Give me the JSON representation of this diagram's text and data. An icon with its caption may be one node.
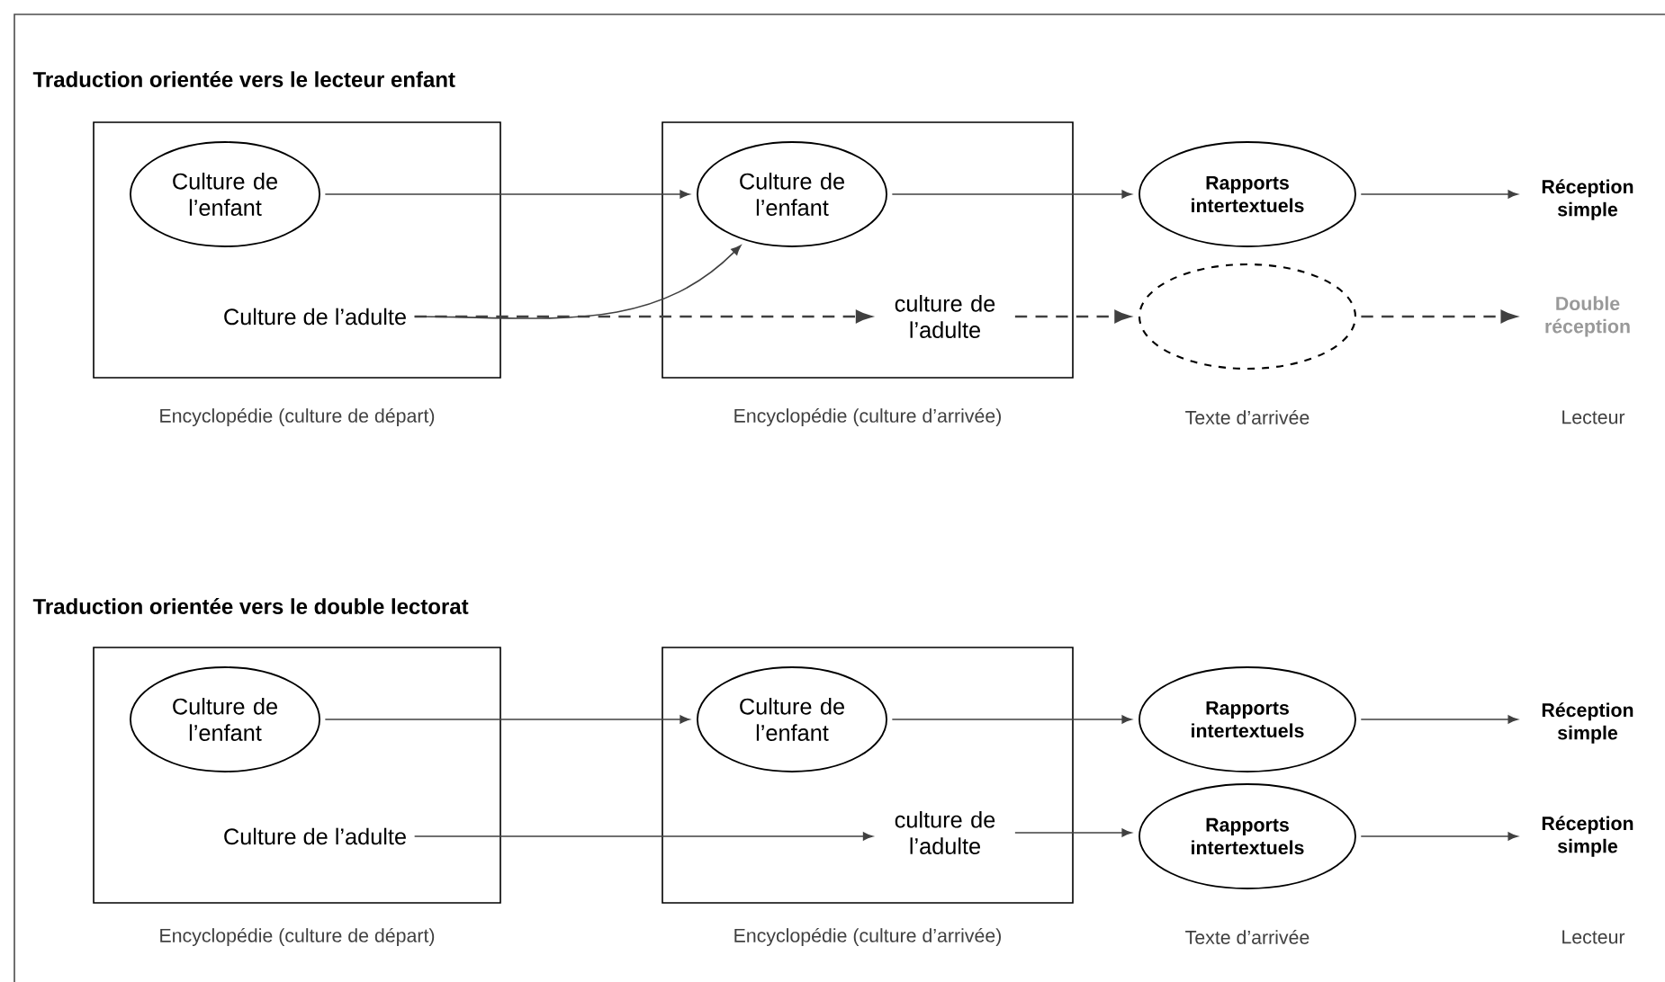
{
  "diagram": {
    "nodes": [
      {
        "text": [],
        "shape": "box"
      },
      {
        "text": [
          "Culture de l’enfant"
        ],
        "in": 0
      },
      {
        "text": [
          "Culture de l’adulte"
        ],
        "in": 0
      },
      {
        "text": [],
        "shape": "box"
      },
      {
        "text": [
          "Culture de l’enfant"
        ],
        "in": 3
      },
      {
        "text": [
          "culture de l’adulte"
        ],
        "in": 3
      },
      {
        "text": [
          "Rapports intertextuels"
        ]
      },
      {
        "text": [],
        "shape": "circle"
      },
      {
        "text": [
          "Réception simple"
        ]
      },
      {
        "text": [
          "Double réception"
        ]
      },
      {
        "text": [],
        "shape": "box"
      },
      {
        "text": [
          "Culture de l’enfant"
        ],
        "in": 10
      },
      {
        "text": [
          "Culture de l’adulte"
        ],
        "in": 10
      },
      {
        "text": [],
        "shape": "box"
      },
      {
        "text": [
          "Culture de l’enfant"
        ],
        "in": 13
      },
      {
        "text": [
          "culture de l’adulte"
        ],
        "in": 13
      },
      {
        "text": [
          "Rapports intertextuels"
        ]
      },
      {
        "text": [
          "Rapports intertextuels"
        ]
      },
      {
        "text": [
          "Réception simple"
        ]
      },
      {
        "text": [
          "Réception simple"
        ]
      }
    ],
    "edges": [
      {
        "from": 1,
        "to": 4,
        "arrow": "to"
      },
      {
        "from": 2,
        "to": 4,
        "arrow": "to"
      },
      {
        "from": 2,
        "to": 5,
        "arrow": "to",
        "style": "dashed"
      },
      {
        "from": 4,
        "to": 6,
        "arrow": "to"
      },
      {
        "from": 5,
        "to": 7,
        "arrow": "to",
        "style": "dashed"
      },
      {
        "from": 6,
        "to": 8,
        "arrow": "to"
      },
      {
        "from": 7,
        "to": 9,
        "arrow": "to",
        "style": "dashed"
      },
      {
        "from": 11,
        "to": 14,
        "arrow": "to"
      },
      {
        "from": 12,
        "to": 15,
        "arrow": "to"
      },
      {
        "from": 14,
        "to": 16,
        "arrow": "to"
      },
      {
        "from": 15,
        "to": 17,
        "arrow": "to"
      },
      {
        "from": 16,
        "to": 18,
        "arrow": "to"
      },
      {
        "from": 17,
        "to": 19,
        "arrow": "to"
      }
    ],
    "labels": [
      "Traduction orientée vers le lecteur enfant",
      "Encyclopédie (culture de départ)",
      "Encyclopédie (culture d’arrivée)",
      "Texte d’arrivée",
      "Lecteur",
      "Traduction orientée vers le double lectorat",
      "Encyclopédie (culture de départ)",
      "Encyclopédie (culture d’arrivée)",
      "Texte d’arrivée",
      "Lecteur"
    ]
  }
}
